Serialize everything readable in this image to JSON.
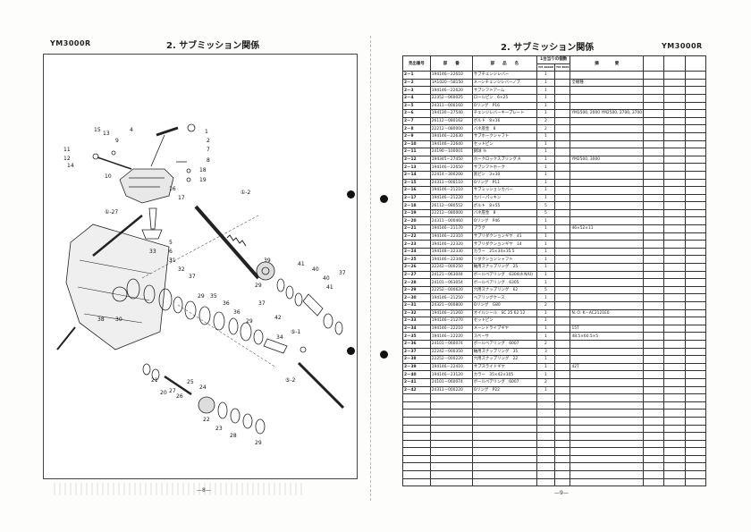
{
  "left_page": {
    "model": "YM3000R",
    "section_title": "2. サブミッション関係",
    "page_number": "—8—",
    "callouts": [
      "1",
      "2",
      "3",
      "4",
      "5",
      "6",
      "7",
      "8",
      "9",
      "10",
      "11",
      "12",
      "13",
      "14",
      "15",
      "16",
      "17",
      "18",
      "19",
      "20",
      "21",
      "22",
      "23",
      "24",
      "25",
      "26",
      "27",
      "28",
      "29",
      "29",
      "29",
      "29",
      "30",
      "31",
      "32",
      "33",
      "34",
      "35",
      "36",
      "36",
      "37",
      "37",
      "37",
      "38",
      "39",
      "40",
      "40",
      "41",
      "41",
      "42",
      "⑤-1",
      "⑤-2",
      "①-2",
      "①-27"
    ]
  },
  "right_page": {
    "model": "YM3000R",
    "section_title": "2. サブミッション関係",
    "page_number": "—9—",
    "headers": {
      "ref": "見出番号",
      "part_no": "部　　番",
      "name": "部　　品　　名",
      "qty_group": "1台当りの個数",
      "qty1": "YM 2000R",
      "qty2": "YM 3000",
      "remarks": "摘　　　　要"
    },
    "rows": [
      [
        "2－1",
        "194146－22610",
        "サブチェンジレバー",
        "1",
        "",
        ""
      ],
      [
        "2－2",
        "1A1020－58150",
        "メーンチェンジレバーノブ",
        "1",
        "",
        "全機種"
      ],
      [
        "2－3",
        "194146－22620",
        "サブシフトアーム",
        "1",
        "",
        ""
      ],
      [
        "2－4",
        "22352－060025",
        "ロールピン　6×25",
        "1",
        "",
        ""
      ],
      [
        "2－5",
        "24311－000160",
        "Oリング　P16",
        "1",
        "",
        ""
      ],
      [
        "2－6",
        "194130－27540",
        "チェンジレバーキープレート",
        "1",
        "",
        "YM1500, 2000  YM2500, 2700, 3700"
      ],
      [
        "2－7",
        "26112－080162",
        "ボルト　8×16",
        "2",
        "",
        ""
      ],
      [
        "2－8",
        "22212－080000",
        "バネ座金　8",
        "2",
        "",
        ""
      ],
      [
        "2－9",
        "194146－22630",
        "サブホークシャフト",
        "1",
        "",
        ""
      ],
      [
        "2－10",
        "194146－22640",
        "セットピン",
        "1",
        "",
        ""
      ],
      [
        "2－11",
        "24190－100001",
        "鋼球 ⅜",
        "1",
        "",
        ""
      ],
      [
        "2－12",
        "194345－27450",
        "ホークロックスプリング A",
        "1",
        "",
        "YM2500, 3000"
      ],
      [
        "2－13",
        "194146－22650",
        "サブシフトホーク",
        "1",
        "",
        ""
      ],
      [
        "2－14",
        "22414－300200",
        "割ピン　3×30",
        "1",
        "",
        ""
      ],
      [
        "2－15",
        "24311－000110",
        "Oリング　P11",
        "1",
        "",
        ""
      ],
      [
        "2－16",
        "194146－21210",
        "サブミッションカバー",
        "1",
        "",
        ""
      ],
      [
        "2－17",
        "194146－21220",
        "カバーパッキン",
        "1",
        "",
        ""
      ],
      [
        "2－18",
        "26112－080552",
        "ボルト　8×55",
        "5",
        "",
        ""
      ],
      [
        "2－19",
        "22212－080000",
        "バネ座金　8",
        "5",
        "",
        ""
      ],
      [
        "2－20",
        "24311－000460",
        "Oリング　P46",
        "1",
        "",
        ""
      ],
      [
        "2－21",
        "194146－21170",
        "プラグ",
        "1",
        "",
        "46×52×11"
      ],
      [
        "2－22",
        "194146－22310",
        "サブリダクションギヤ　41",
        "1",
        "",
        ""
      ],
      [
        "2－23",
        "194146－22320",
        "サブリダクションギヤ　14",
        "1",
        "",
        ""
      ],
      [
        "2－24",
        "194148－22330",
        "カラー　25×34×35.5",
        "1",
        "",
        ""
      ],
      [
        "2－25",
        "194146－22340",
        "リダクションシャフト",
        "1",
        "",
        ""
      ],
      [
        "2－26",
        "22242－000250",
        "軸用スナップリング　25",
        "1",
        "",
        ""
      ],
      [
        "2－27",
        "24121－063044",
        "ボールベアリング　6304(4 N/U)",
        "1",
        "",
        ""
      ],
      [
        "2－28",
        "24101－063054",
        "ボールベアリング　6305",
        "1",
        "",
        ""
      ],
      [
        "2－29",
        "22252－000620",
        "穴用スナップリング　62",
        "5",
        "",
        ""
      ],
      [
        "2－30",
        "194146－21250",
        "ベアリングケース",
        "1",
        "",
        ""
      ],
      [
        "2－31",
        "24321－000800",
        "Oリング　G80",
        "2",
        "",
        ""
      ],
      [
        "2－32",
        "194146－21260",
        "オイルシール　SC 25 62 12",
        "1",
        "",
        "N. O. K－AC2121E0"
      ],
      [
        "2－33",
        "194146－21270",
        "セットピン",
        "1",
        "",
        ""
      ],
      [
        "2－34",
        "194146－22210",
        "メーンドライブギヤ",
        "1",
        "",
        "15T"
      ],
      [
        "2－35",
        "194146－22220",
        "スペーサ",
        "1",
        "",
        "48.5×60.5×5"
      ],
      [
        "2－36",
        "24101－060074",
        "ボールベアリング　6007",
        "2",
        "",
        ""
      ],
      [
        "2－37",
        "22242－000350",
        "軸用スナップリング　35",
        "3",
        "",
        ""
      ],
      [
        "2－38",
        "22252－000220",
        "穴用スナップリング　22",
        "1",
        "",
        ""
      ],
      [
        "2－39",
        "194146－22410",
        "サブスライドギヤ",
        "1",
        "",
        "42T"
      ],
      [
        "2－40",
        "194146－23120",
        "カラー　35×42×105",
        "1",
        "",
        ""
      ],
      [
        "2－41",
        "24101－060074",
        "ボールベアリング　6007",
        "2",
        "",
        ""
      ],
      [
        "2－42",
        "24311－000220",
        "Oリング　P22",
        "1",
        "",
        ""
      ]
    ]
  }
}
